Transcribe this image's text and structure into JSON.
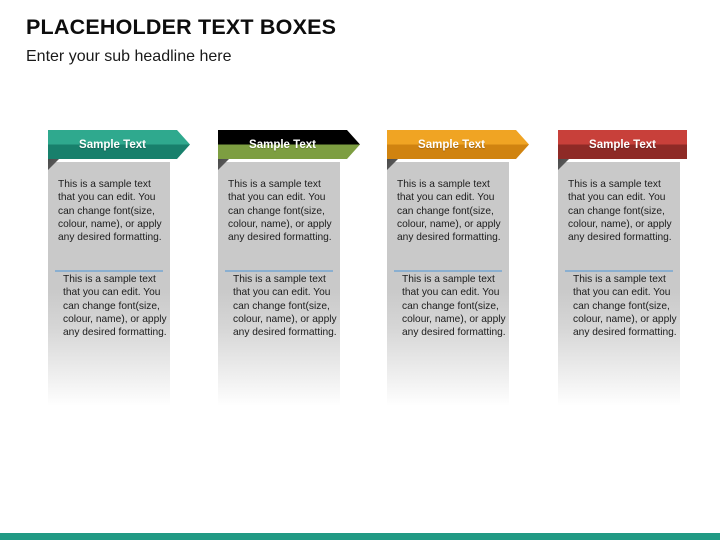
{
  "header": {
    "title": "PLACEHOLDER TEXT BOXES",
    "subtitle": "Enter your sub headline here"
  },
  "theme": {
    "bottom_bar_color": "#219a84",
    "panel_color": "#c9c9c9",
    "divider_color": "#8aafd0",
    "title_color": "#0d0d0d",
    "banner_text_color": "#ffffff"
  },
  "columns": [
    {
      "id": "column-1",
      "banner_label": "Sample Text",
      "color_light": "#2fa98e",
      "color_dark": "#18806c",
      "has_arrow": true,
      "text_block_1": "This is a sample text that you can edit. You can change font(size, colour, name), or apply any desired formatting.",
      "text_block_2": "This is a sample text that you can edit. You can change font(size, colour, name), or apply any desired formatting."
    },
    {
      "id": "column-2",
      "banner_label": "Sample Text",
      "color_light": "#9ec濾66",
      "color_dark": "#7d9e41",
      "has_arrow": true,
      "text_block_1": "This is a sample text that you can edit. You can change font(size, colour, name), or apply any desired formatting.",
      "text_block_2": "This is a sample text that you can edit. You can change font(size, colour, name), or apply any desired formatting."
    },
    {
      "id": "column-3",
      "banner_label": "Sample Text",
      "color_light": "#f0a423",
      "color_dark": "#d08310",
      "has_arrow": true,
      "text_block_1": "This is a sample text that you can edit. You can change font(size, colour, name), or apply any desired formatting.",
      "text_block_2": "This is a sample text that you can edit. You can change font(size, colour, name), or apply any desired formatting."
    },
    {
      "id": "column-4",
      "banner_label": "Sample Text",
      "color_light": "#c8403a",
      "color_dark": "#8e2a26",
      "has_arrow": false,
      "text_block_1": "This is a sample text that you can edit. You can change font(size, colour, name), or apply any desired formatting.",
      "text_block_2": "This is a sample text that you can edit. You can change font(size, colour, name), or apply any desired formatting."
    }
  ]
}
